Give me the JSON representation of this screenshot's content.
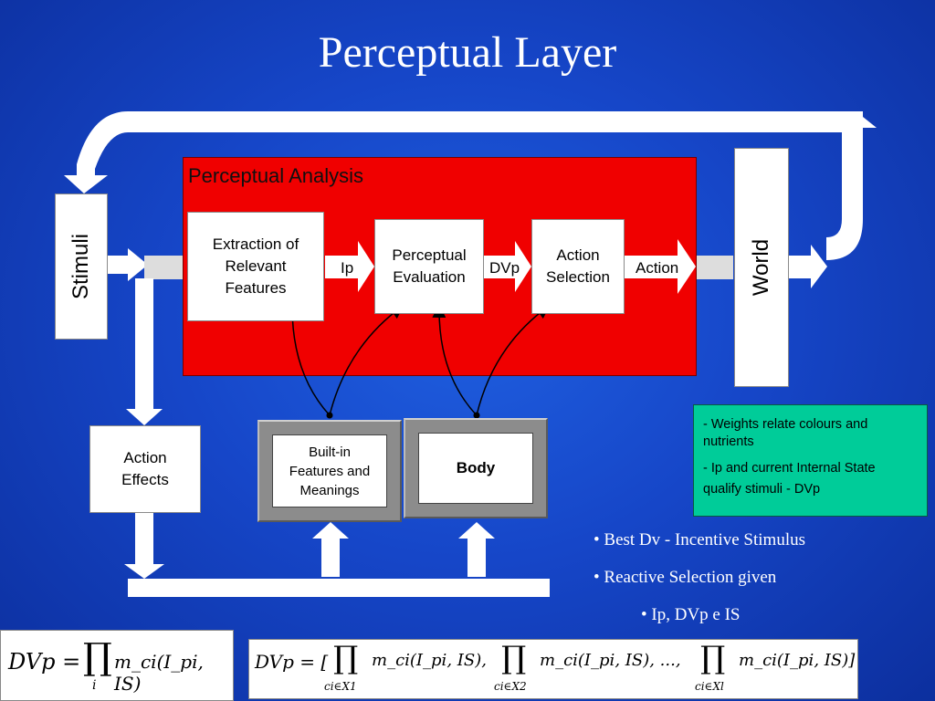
{
  "title": "Perceptual Layer",
  "panel": {
    "title": "Perceptual Analysis"
  },
  "stimuli": {
    "label": "Stimuli"
  },
  "world": {
    "label": "World"
  },
  "boxes": {
    "extraction": "Extraction of\nRelevant\nFeatures",
    "evaluation": "Perceptual\nEvaluation",
    "selection": "Action\nSelection",
    "effects": "Action\nEffects",
    "builtin": "Built-in\nFeatures and\nMeanings",
    "body": "Body"
  },
  "edges": {
    "ip": "Ip",
    "dvp": "DVp",
    "action": "Action"
  },
  "notes": [
    "- Weights relate colours and nutrients",
    "- Ip and current Internal State",
    "qualify stimuli - DVp"
  ],
  "bullets": [
    "• Best Dv - Incentive Stimulus",
    "• Reactive Selection given",
    "• Ip, DVp e IS"
  ],
  "formulas": {
    "f1": {
      "lhs": "DVp =",
      "prod": "∏",
      "sub": "i",
      "body": "m_ci(I_pi, IS)"
    },
    "f2": {
      "lhs": "DVp = [",
      "terms": [
        {
          "prod": "∏",
          "sub": "ci∈X1",
          "body": "m_ci(I_pi, IS),"
        },
        {
          "prod": "∏",
          "sub": "ci∈X2",
          "body": "m_ci(I_pi, IS),  ...,"
        },
        {
          "prod": "∏",
          "sub": "ci∈Xl",
          "body": "m_ci(I_pi, IS)]"
        }
      ]
    }
  },
  "colors": {
    "background": "#1646c8",
    "panel": "#f00000",
    "note": "#00cc99",
    "arrow": "#ffffff",
    "connector": "#dddddd"
  }
}
